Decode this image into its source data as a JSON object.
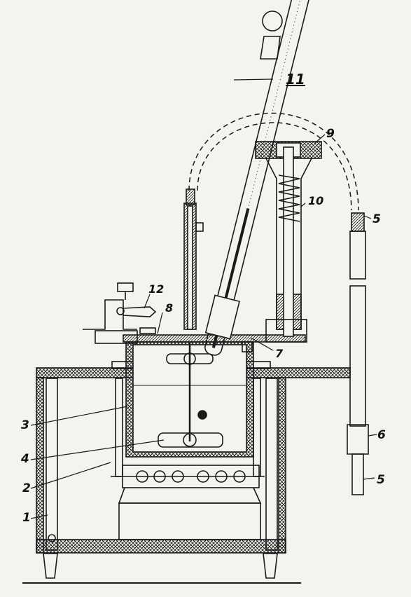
{
  "callouts": [
    {
      "id": "1",
      "text": "1"
    },
    {
      "id": "2",
      "text": "2"
    },
    {
      "id": "3",
      "text": "3"
    },
    {
      "id": "4",
      "text": "4"
    },
    {
      "id": "5a",
      "text": "5"
    },
    {
      "id": "5b",
      "text": "5"
    },
    {
      "id": "6",
      "text": "6"
    },
    {
      "id": "7",
      "text": "7"
    },
    {
      "id": "8",
      "text": "8"
    },
    {
      "id": "9",
      "text": "9"
    },
    {
      "id": "10",
      "text": "10"
    },
    {
      "id": "11",
      "text": "11"
    },
    {
      "id": "12",
      "text": "12"
    }
  ],
  "colors": {
    "ink": "#1a1a1a",
    "paper": "#f4f3ef"
  }
}
